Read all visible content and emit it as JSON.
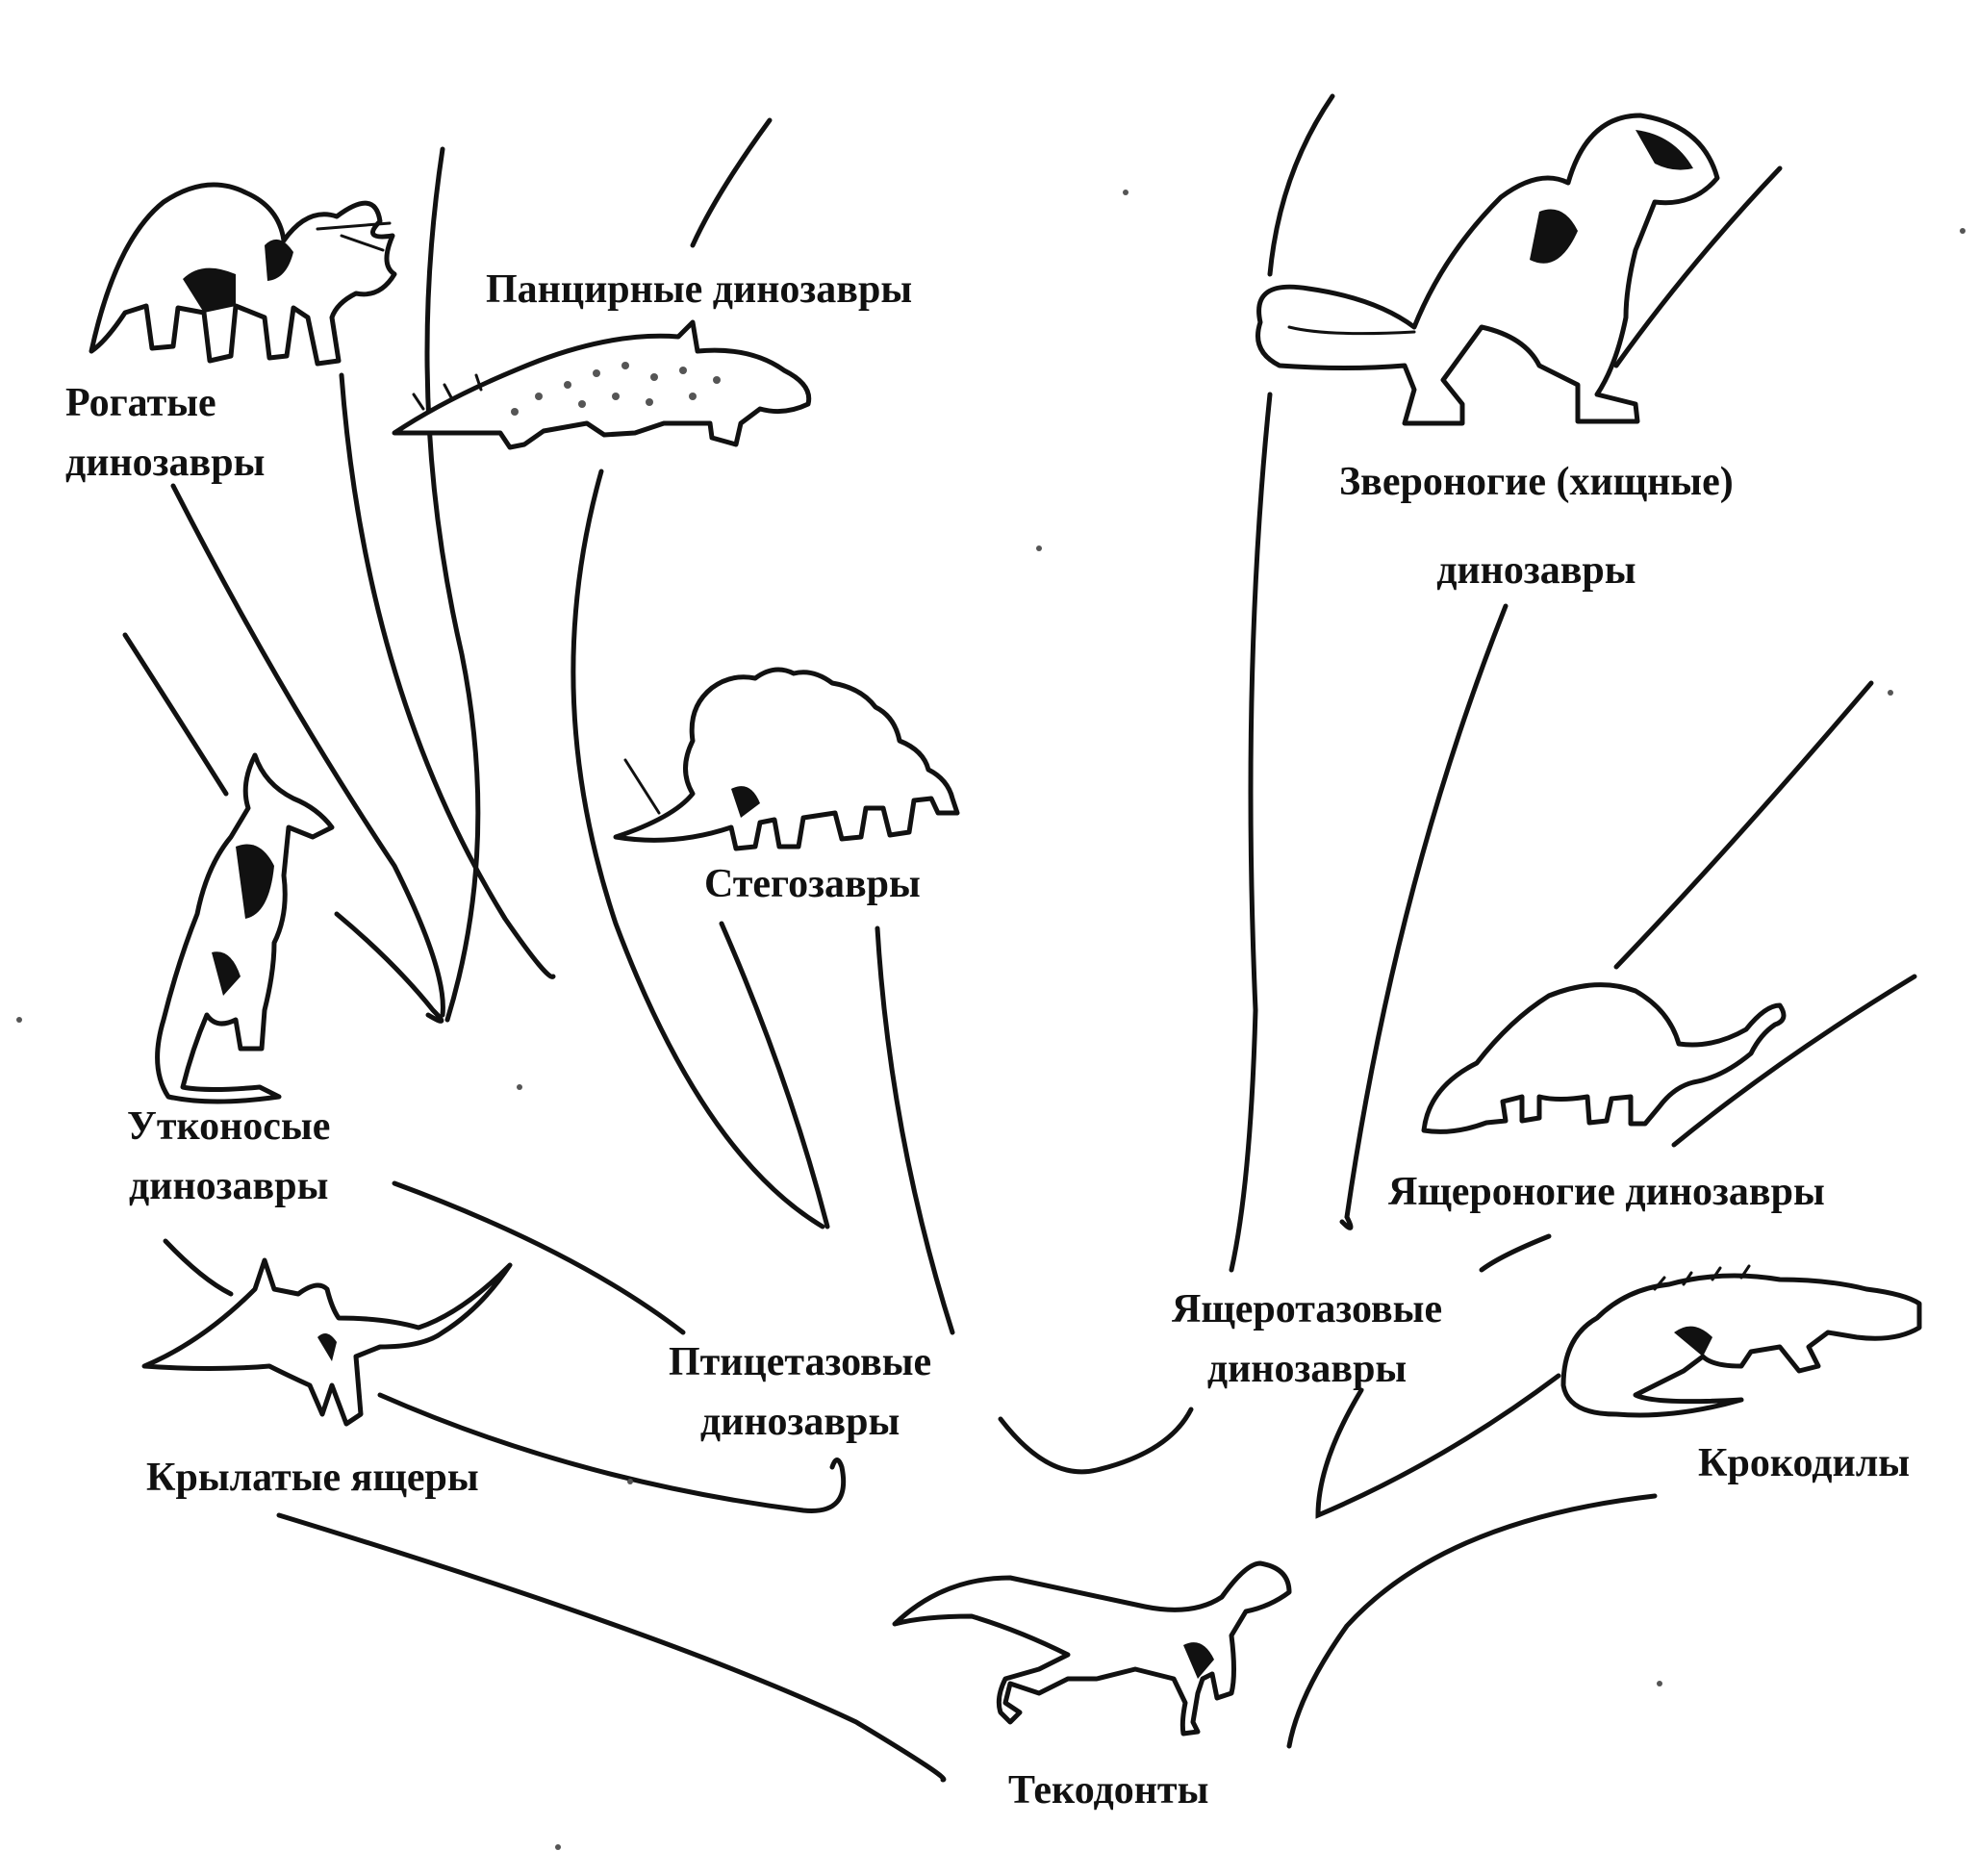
{
  "diagram": {
    "groups": {
      "horned": {
        "lines": [
          "Рогатые",
          "динозавры"
        ],
        "icon": "triceratops-icon"
      },
      "armored": {
        "lines": [
          "Панцирные динозавры"
        ],
        "icon": "ankylosaurus-icon"
      },
      "theropods": {
        "lines": [
          "Звероногие (хищные)",
          "динозавры"
        ],
        "icon": "tyrannosaurus-icon"
      },
      "stegosaurs": {
        "lines": [
          "Стегозавры"
        ],
        "icon": "stegosaurus-icon"
      },
      "duckbilled": {
        "lines": [
          "Утконосые",
          "динозавры"
        ],
        "icon": "hadrosaur-icon"
      },
      "sauropods": {
        "lines": [
          "Ящероногие динозавры"
        ],
        "icon": "sauropod-icon"
      },
      "pterosaurs": {
        "lines": [
          "Крылатые ящеры"
        ],
        "icon": "pterosaur-icon"
      },
      "ornithischians": {
        "lines": [
          "Птицетазовые",
          "динозавры"
        ]
      },
      "saurischians": {
        "lines": [
          "Ящеротазовые",
          "динозавры"
        ]
      },
      "crocodiles": {
        "lines": [
          "Крокодилы"
        ],
        "icon": "crocodile-icon"
      },
      "thecodonts": {
        "lines": [
          "Текодонты"
        ],
        "icon": "thecodont-icon"
      }
    }
  }
}
